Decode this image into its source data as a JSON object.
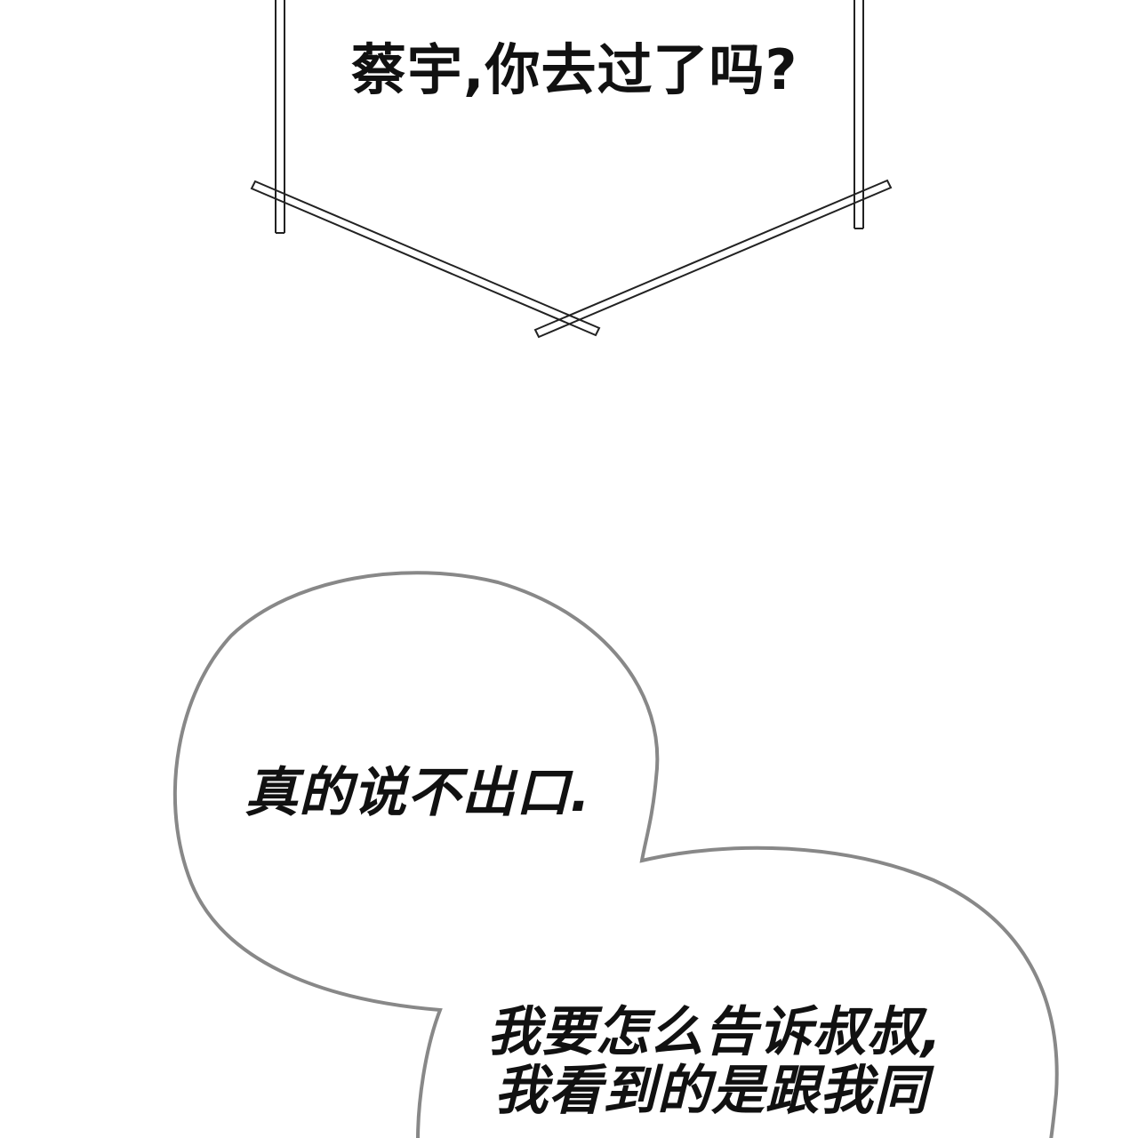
{
  "panel": {
    "top_bubble": {
      "text": "蔡宇,你去过了吗?"
    },
    "speech_bubble": {
      "line_1": "真的说不出口.",
      "line_2": "我要怎么告诉叔叔,",
      "line_3": "我看到的是跟我同"
    }
  },
  "colors": {
    "background": "#ffffff",
    "text": "#111111",
    "frame_stroke": "#222222",
    "bubble_stroke": "#888888"
  }
}
